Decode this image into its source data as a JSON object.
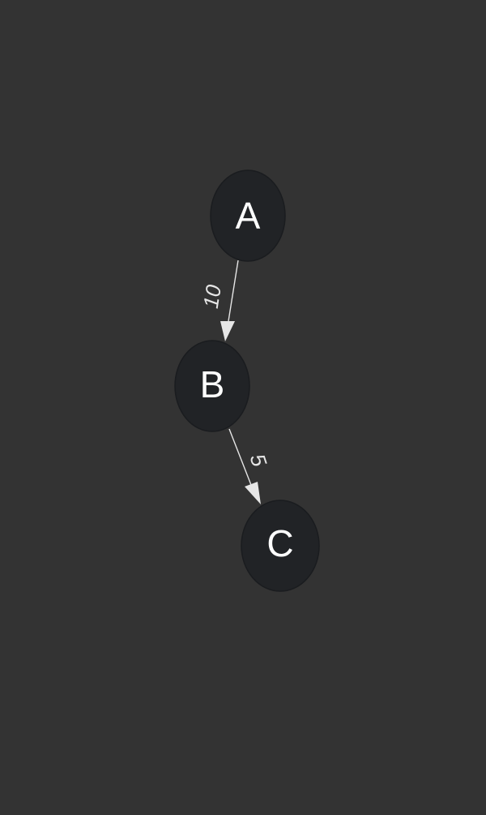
{
  "graph": {
    "background": "#333333",
    "node_fill": "#212326",
    "edge_color": "#e6e6e6",
    "nodes": [
      {
        "id": "A",
        "label": "A"
      },
      {
        "id": "B",
        "label": "B"
      },
      {
        "id": "C",
        "label": "C"
      }
    ],
    "edges": [
      {
        "from": "A",
        "to": "B",
        "label": "10"
      },
      {
        "from": "B",
        "to": "C",
        "label": "5"
      }
    ]
  }
}
